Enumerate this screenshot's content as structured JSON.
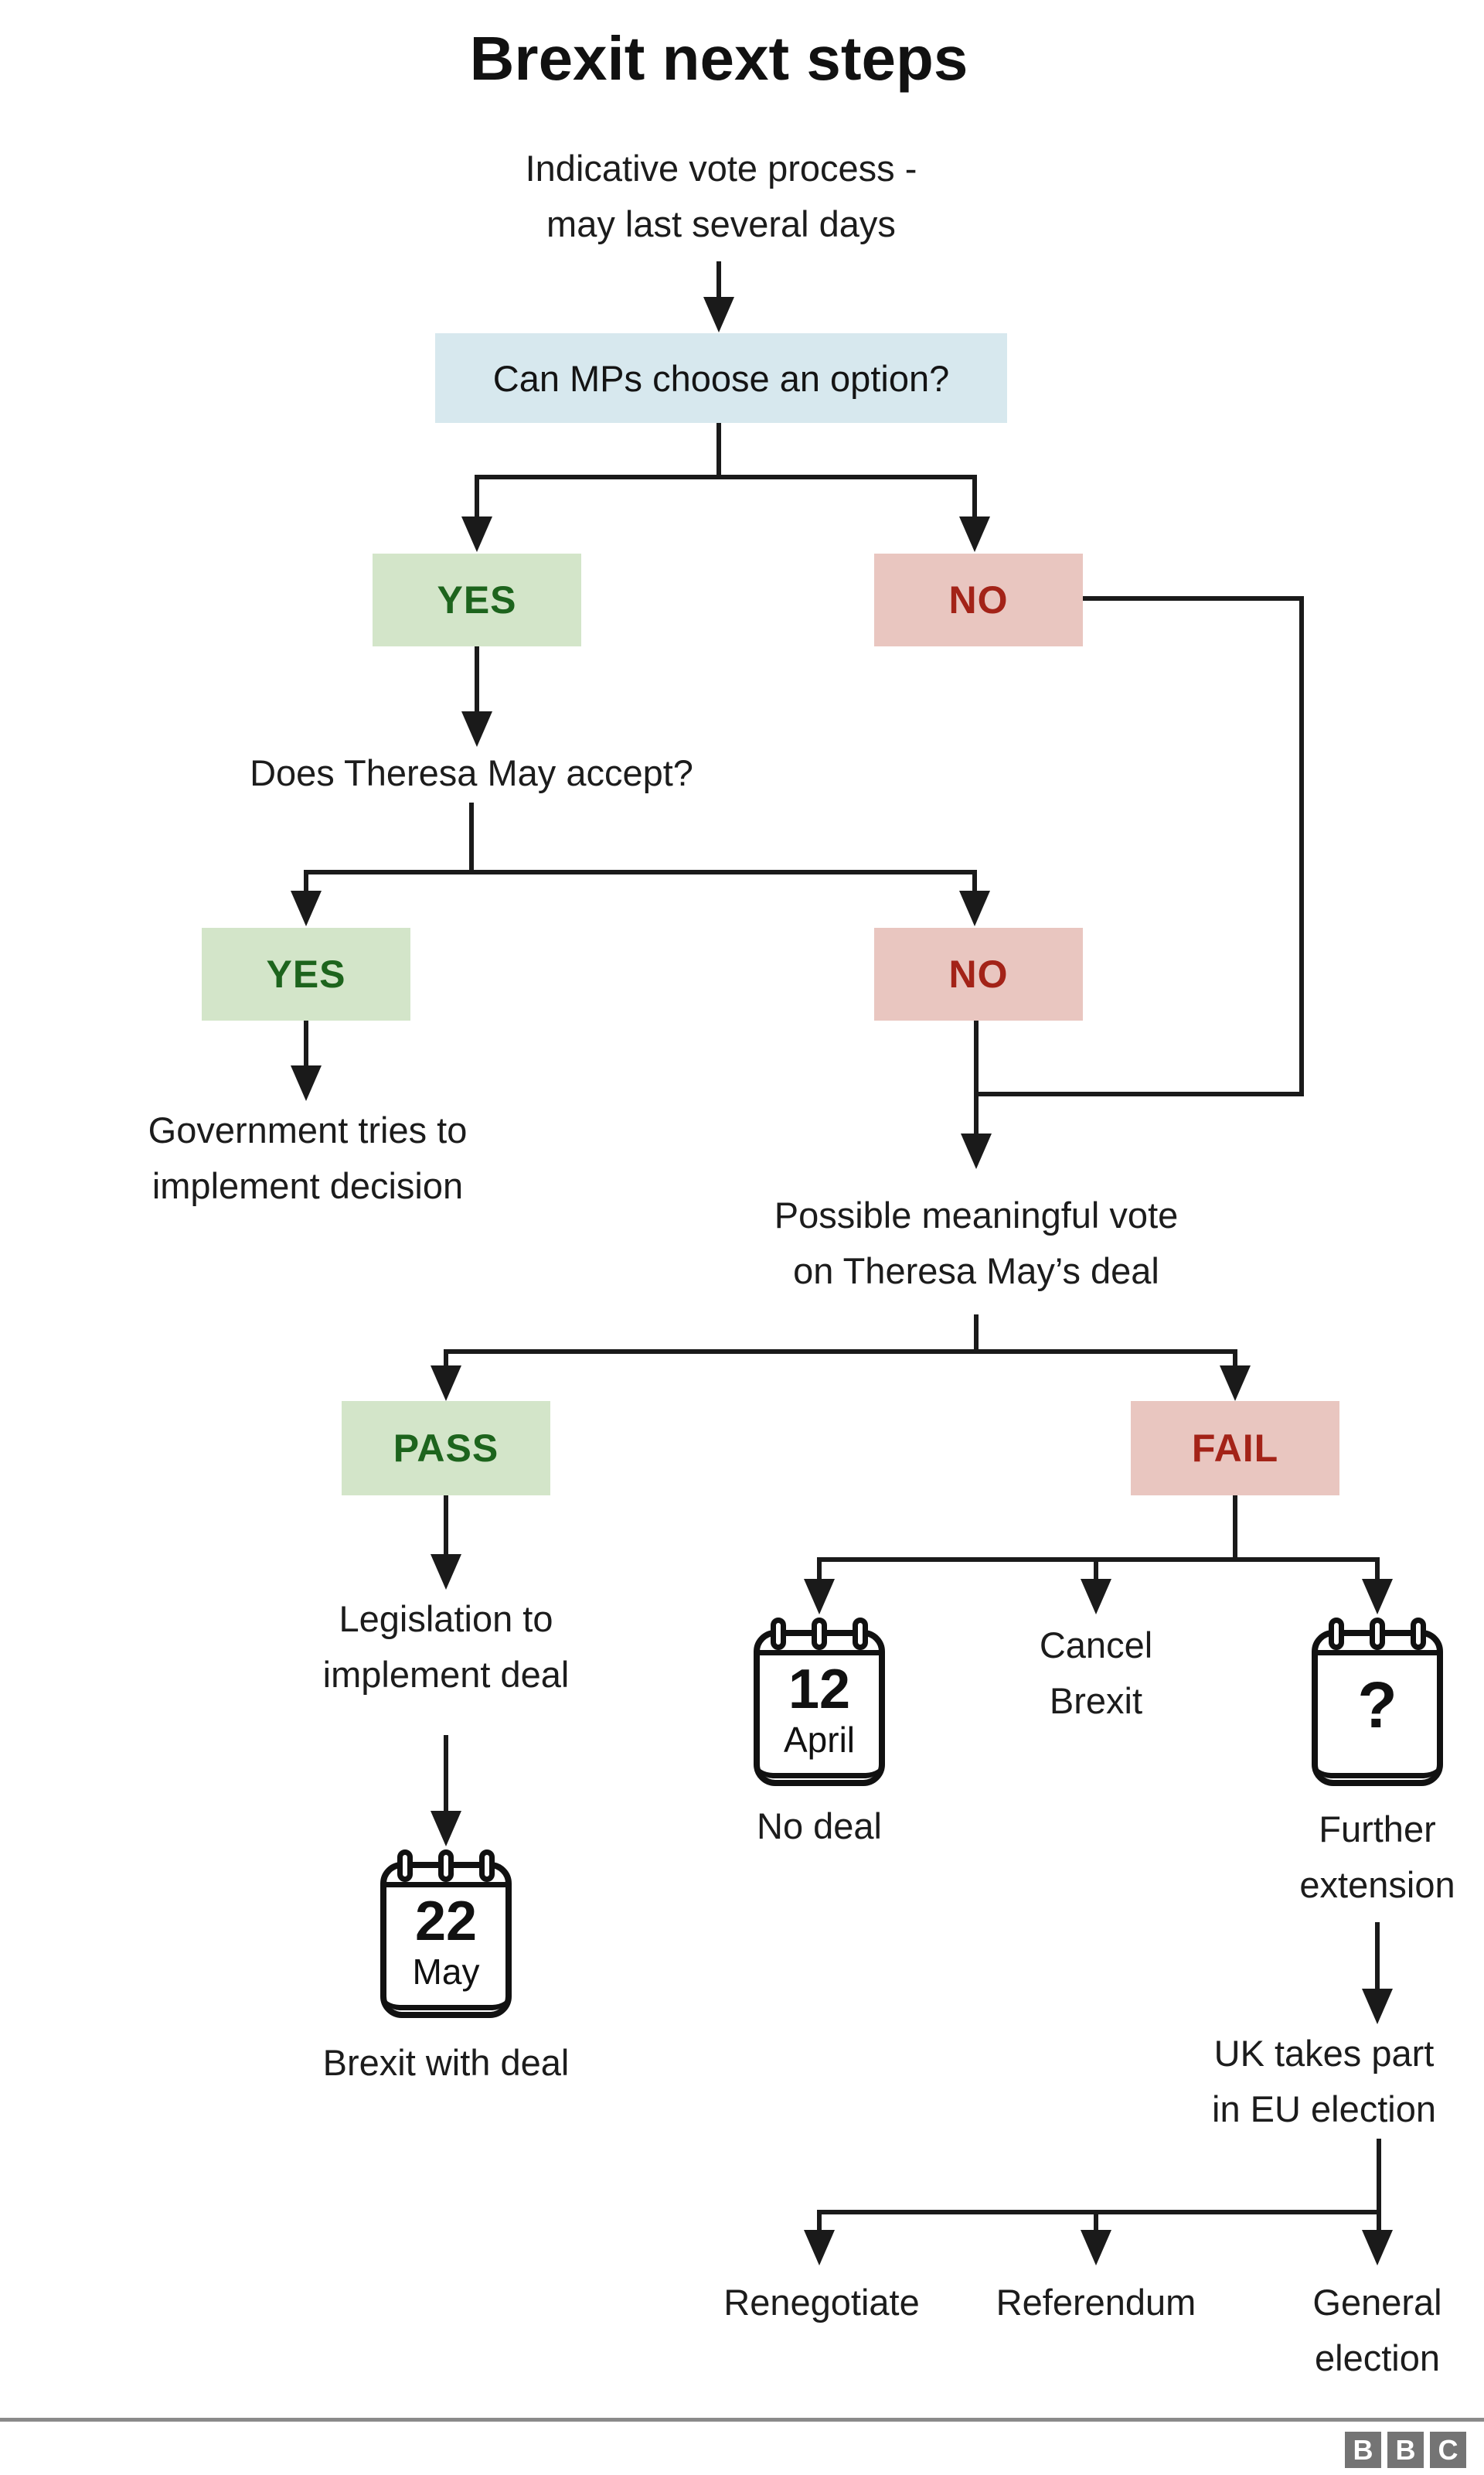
{
  "title": "Brexit next steps",
  "subtitle": [
    "Indicative vote process -",
    "may last several days"
  ],
  "flow": {
    "q1": "Can MPs choose an option?",
    "q1_yes": "YES",
    "q1_no": "NO",
    "q2": "Does Theresa May accept?",
    "q2_yes": "YES",
    "q2_no": "NO",
    "govt_implement": [
      "Government tries to",
      "implement decision"
    ],
    "meaningful_vote": [
      "Possible meaningful vote",
      "on Theresa May’s deal"
    ],
    "vote_pass": "PASS",
    "vote_fail": "FAIL",
    "legislation": [
      "Legislation to",
      "implement deal"
    ],
    "calendar_may": {
      "day": "22",
      "month": "May",
      "caption": "Brexit with deal"
    },
    "calendar_april": {
      "day": "12",
      "month": "April",
      "caption": "No deal"
    },
    "cancel_brexit": [
      "Cancel",
      "Brexit"
    ],
    "calendar_unknown": {
      "day": "?",
      "caption": [
        "Further",
        "extension"
      ]
    },
    "eu_election": [
      "UK takes part",
      "in EU election"
    ],
    "renegotiate": "Renegotiate",
    "referendum": "Referendum",
    "general_election": [
      "General",
      "election"
    ]
  },
  "colors": {
    "question_box_bg": "#d7e8ee",
    "yes_box_bg": "#d3e5c9",
    "yes_text": "#1d641d",
    "no_box_bg": "#e9c6c0",
    "no_text": "#a32318",
    "line": "#1a1a1a",
    "divider": "#8a8a8a",
    "brand_square": "#747474"
  },
  "footer": {
    "brand_letters": [
      "B",
      "B",
      "C"
    ]
  }
}
